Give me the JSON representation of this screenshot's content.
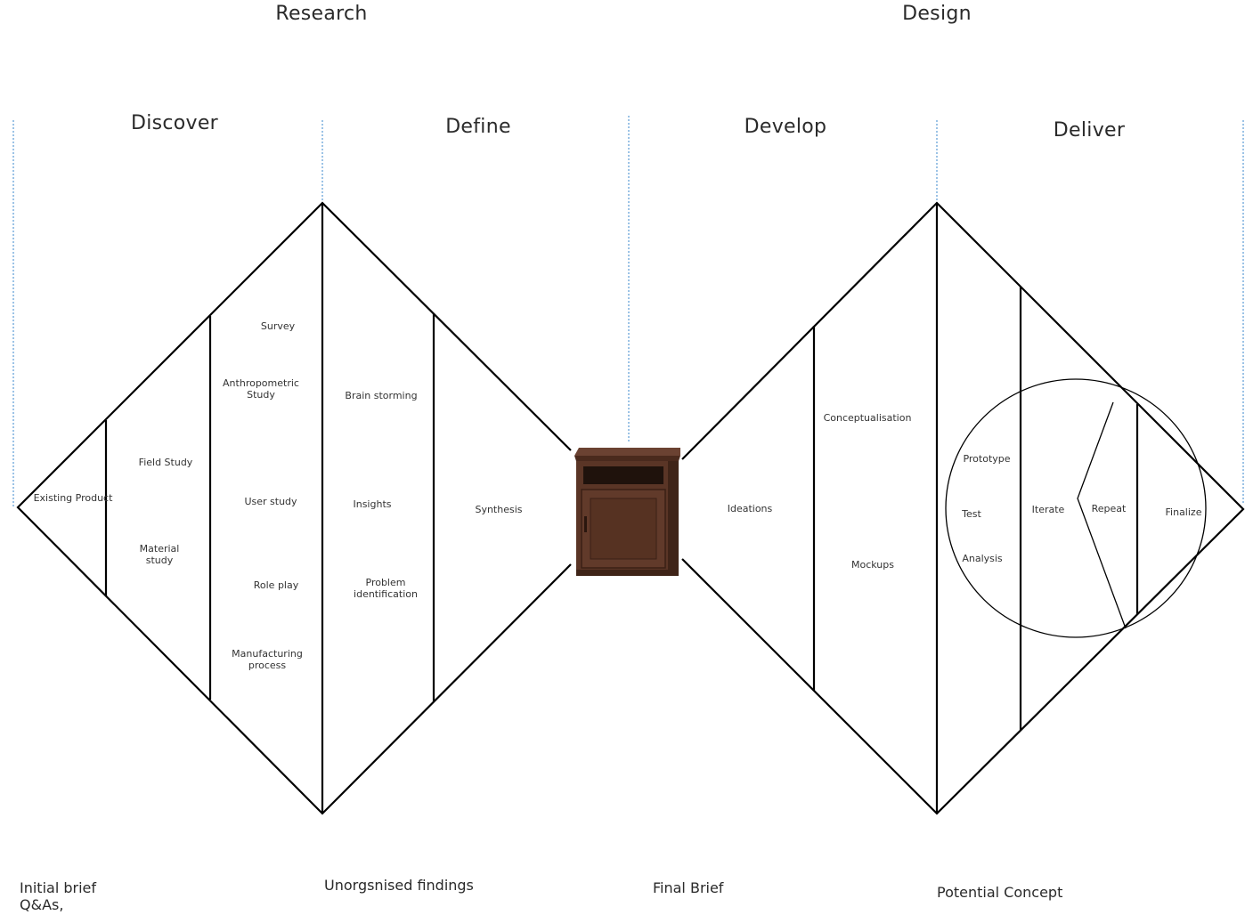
{
  "phases": {
    "research": "Research",
    "design": "Design"
  },
  "stages": {
    "discover": "Discover",
    "define": "Define",
    "develop": "Develop",
    "deliver": "Deliver"
  },
  "discover_steps": {
    "existing_product": "Existing Product",
    "field_study": "Field Study",
    "material_study": "Material\nstudy",
    "survey": "Survey",
    "anthropometric_study": "Anthropometric\nStudy",
    "user_study": "User study",
    "role_play": "Role play",
    "manufacturing_process": "Manufacturing\nprocess"
  },
  "define_steps": {
    "brain_storming": "Brain storming",
    "insights": "Insights",
    "problem_identification": "Problem\nidentification",
    "synthesis": "Synthesis"
  },
  "develop_steps": {
    "ideations": "Ideations",
    "conceptualisation": "Conceptualisation",
    "mockups": "Mockups"
  },
  "deliver_steps": {
    "prototype": "Prototype",
    "test": "Test",
    "analysis": "Analysis",
    "iterate": "Iterate",
    "repeat": "Repeat",
    "finalize": "Finalize"
  },
  "outputs": {
    "initial_brief": "Initial brief\nQ&As,",
    "unorganised_findings": "Unorgsnised findings",
    "final_brief": "Final Brief",
    "potential_concept": "Potential Concept"
  },
  "center_image": "nightstand-cabinet",
  "colors": {
    "outline": "#000000",
    "divider": "#9cc3e6",
    "wood": "#5a3526"
  }
}
